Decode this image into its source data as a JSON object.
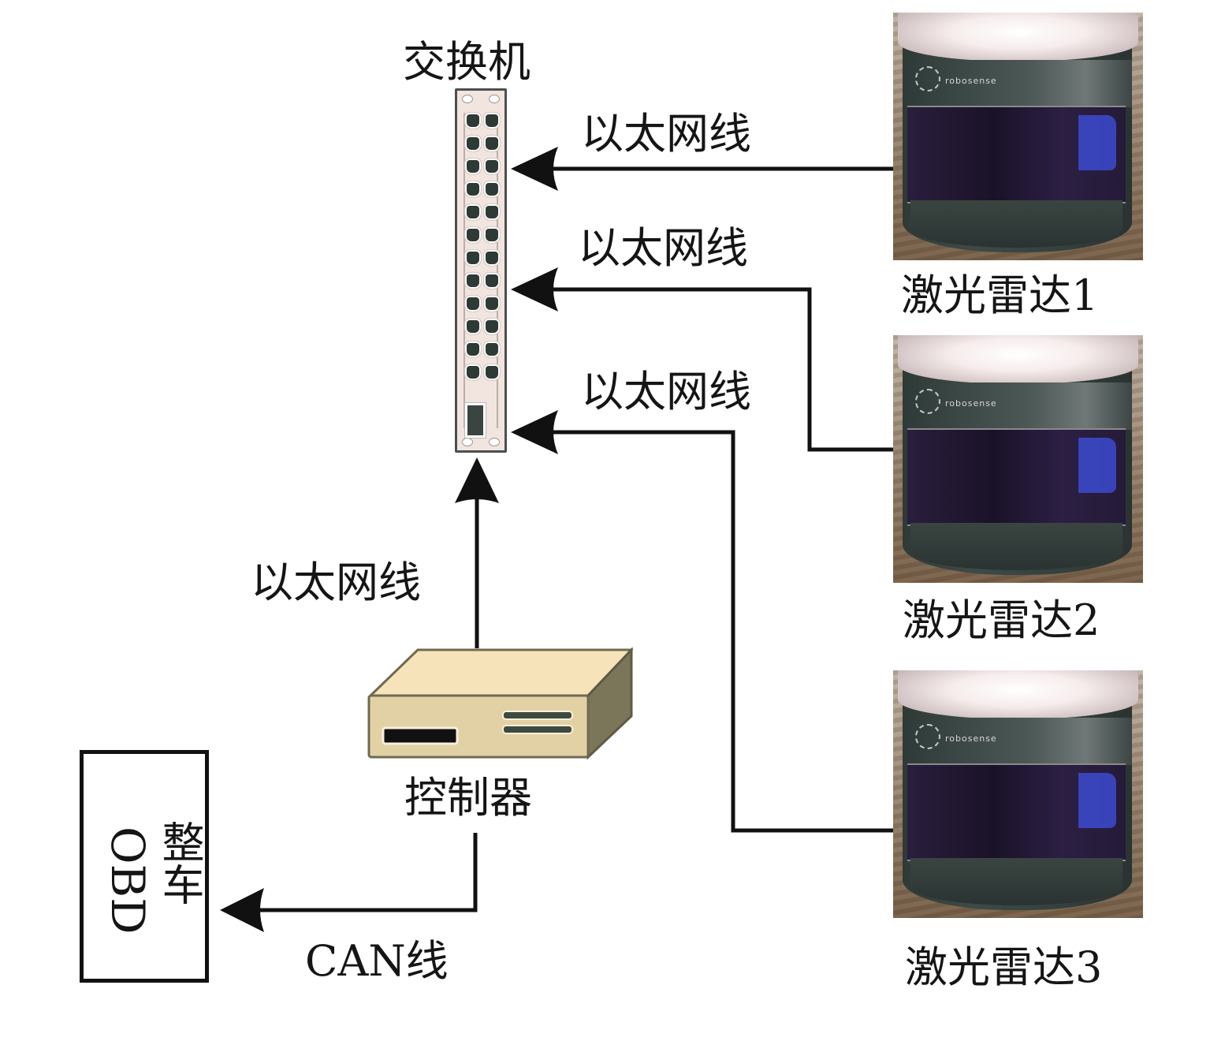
{
  "diagram": {
    "type": "network-topology",
    "nodes": {
      "switch": {
        "label": "交换机",
        "port_rows": 12,
        "port_cols": 2
      },
      "controller": {
        "label": "控制器"
      },
      "vehicle_obd": {
        "label_cn": "整车",
        "label_en": "OBD"
      },
      "lidars": [
        {
          "label": "激光雷达1",
          "brand_text": "robosense"
        },
        {
          "label": "激光雷达2",
          "brand_text": "robosense"
        },
        {
          "label": "激光雷达3",
          "brand_text": "robosense"
        }
      ]
    },
    "edges": [
      {
        "from": "激光雷达1",
        "to": "交换机",
        "label": "以太网线"
      },
      {
        "from": "激光雷达2",
        "to": "交换机",
        "label": "以太网线"
      },
      {
        "from": "激光雷达3",
        "to": "交换机",
        "label": "以太网线"
      },
      {
        "from": "控制器",
        "to": "交换机",
        "label": "以太网线"
      },
      {
        "from": "控制器",
        "to": "整车OBD",
        "label": "CAN线"
      }
    ]
  },
  "colors": {
    "wire": "#111111",
    "switch_body": "#f2e4df",
    "controller_top": "#f6e3b9",
    "controller_front": "#e3d1a6",
    "controller_side": "#7b765a",
    "lidar_window_glint": "#3b48c8"
  }
}
